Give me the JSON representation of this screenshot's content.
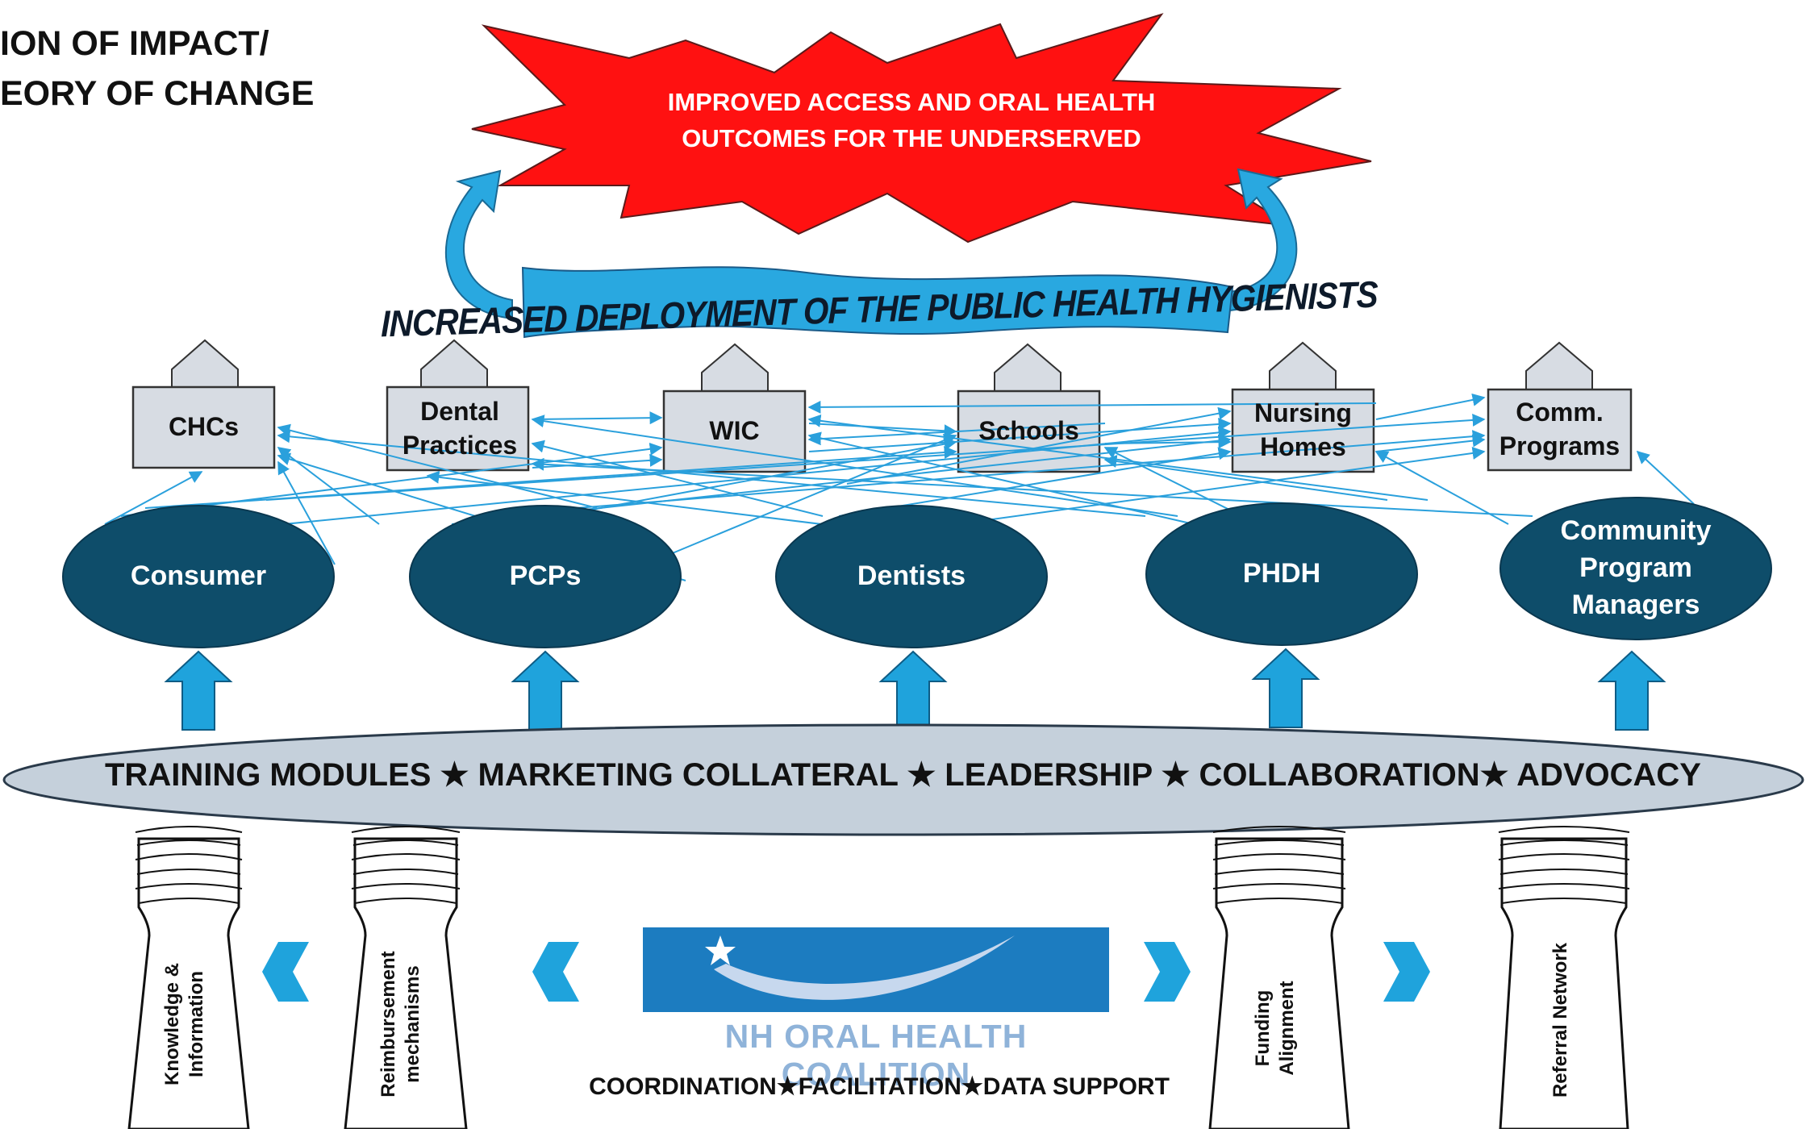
{
  "title": {
    "line1": "ION OF IMPACT/",
    "line2": "EORY OF CHANGE"
  },
  "goal": {
    "line1": "IMPROVED ACCESS AND ORAL HEALTH",
    "line2": "OUTCOMES FOR THE UNDERSERVED"
  },
  "banner": {
    "text": "INCREASED DEPLOYMENT OF THE PUBLIC HEALTH HYGIENISTS"
  },
  "settings": [
    {
      "label": "CHCs"
    },
    {
      "label": "Dental Practices"
    },
    {
      "label": "WIC"
    },
    {
      "label": "Schools"
    },
    {
      "label": "Nursing Homes"
    },
    {
      "label": "Comm. Programs"
    }
  ],
  "stakeholders": [
    {
      "label": "Consumer"
    },
    {
      "label": "PCPs"
    },
    {
      "label": "Dentists"
    },
    {
      "label": "PHDH"
    },
    {
      "label": "Community Program Managers"
    }
  ],
  "foundation": {
    "text": "TRAINING MODULES ★ MARKETING COLLATERAL ★ LEADERSHIP ★ COLLABORATION★ ADVOCACY"
  },
  "pillars": [
    {
      "label": "Knowledge & Information"
    },
    {
      "label": "Reimbursement mechanisms"
    },
    {
      "label": "Funding Alignment"
    },
    {
      "label": "Referral Network"
    }
  ],
  "logo": {
    "name": "NH ORAL HEALTH COALITION",
    "icon": "shooting-star-icon"
  },
  "tagline": {
    "text": "COORDINATION★FACILITATION★DATA SUPPORT"
  },
  "colors": {
    "star_fill": "#ff1111",
    "banner_fill": "#29a8e0",
    "oval_fill": "#0e4d6a",
    "arrow_fill": "#1fa3dc",
    "box_fill": "#d7dce3",
    "foundation_fill": "#c5d0db",
    "logo_bg": "#1c7cc0",
    "connector_line": "#2aa0dc"
  }
}
